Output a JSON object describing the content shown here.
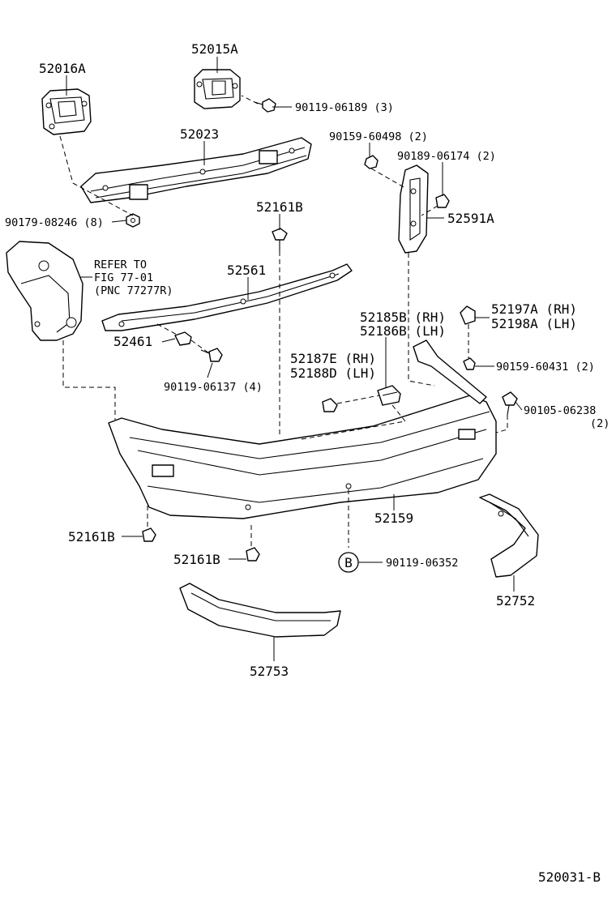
{
  "figure_code": "520031-B",
  "callouts": {
    "c_52016A": "52016A",
    "c_52015A": "52015A",
    "c_90119_06189": "90119-06189 (3)",
    "c_52023": "52023",
    "c_90159_60498": "90159-60498 (2)",
    "c_90189_06174": "90189-06174 (2)",
    "c_90179_08246": "90179-08246 (8)",
    "c_52161B_top": "52161B",
    "c_52591A": "52591A",
    "c_52561": "52561",
    "c_52185B": "52185B (RH)",
    "c_52186B": "52186B (LH)",
    "c_52197A": "52197A (RH)",
    "c_52198A": "52198A (LH)",
    "c_52461": "52461",
    "c_90159_60431": "90159-60431 (2)",
    "c_52187E": "52187E (RH)",
    "c_52188D": "52188D (LH)",
    "c_90119_06137": "90119-06137 (4)",
    "c_90105_06238": "90105-06238",
    "c_90105_06238_qty": "(2)",
    "c_52159": "52159",
    "c_52161B_left": "52161B",
    "c_52161B_mid": "52161B",
    "c_90119_06352": "90119-06352",
    "c_52752": "52752",
    "c_52753": "52753"
  },
  "refer_note": {
    "line1": "REFER TO",
    "line2": "FIG 77-01",
    "line3": "(PNC 77277R)"
  },
  "circle_marker": "B"
}
